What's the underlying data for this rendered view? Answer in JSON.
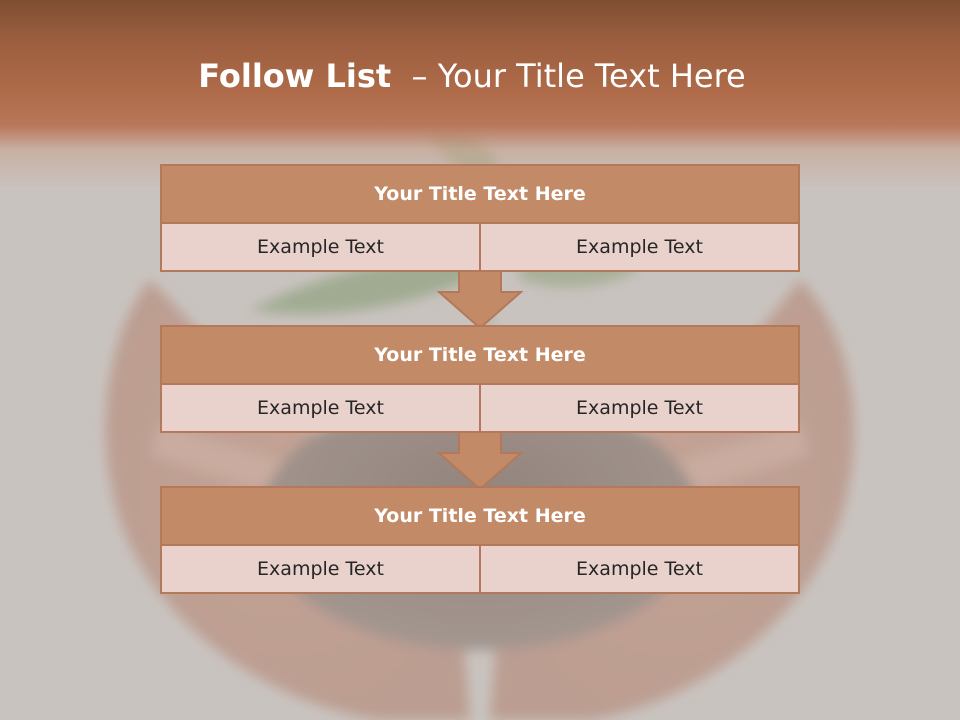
{
  "slide": {
    "title_bold": "Follow List",
    "title_rest": "– Your Title Text Here"
  },
  "steps": [
    {
      "title": "Your Title Text Here",
      "left": "Example Text",
      "right": "Example Text"
    },
    {
      "title": "Your Title Text Here",
      "left": "Example Text",
      "right": "Example Text"
    },
    {
      "title": "Your Title Text Here",
      "left": "Example Text",
      "right": "Example Text"
    }
  ],
  "colors": {
    "banner": "#9b5e3f",
    "block_header": "#c38a67",
    "block_cell": "#e8d2cb",
    "border": "#b4785a",
    "arrow": "#c38a67"
  }
}
